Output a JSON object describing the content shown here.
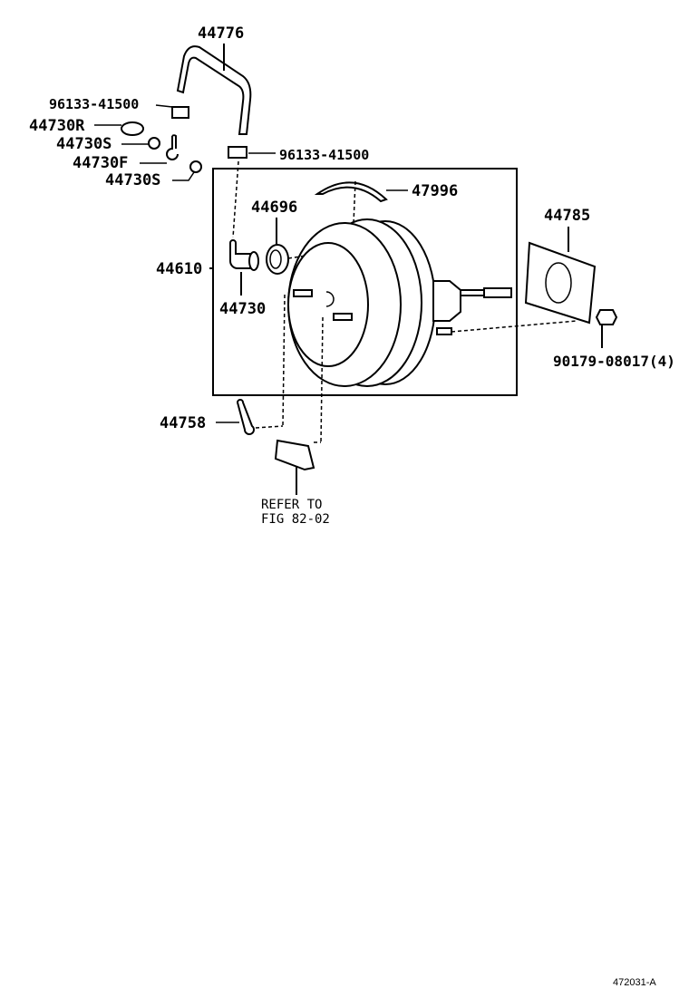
{
  "diagram": {
    "labels": {
      "hose": "44776",
      "clamp_upper": "96133-41500",
      "clamp_lower": "96133-41500",
      "valve_r": "44730R",
      "valve_s_upper": "44730S",
      "valve_f": "44730F",
      "valve_s_lower": "44730S",
      "booster_assy": "44610",
      "grommet": "44696",
      "check_valve": "44730",
      "seal": "47996",
      "gasket": "44785",
      "nut": "90179-08017(4)",
      "clevis": "44758",
      "refer_line1": "REFER TO",
      "refer_line2": "FIG 82-02"
    },
    "footer_code": "472031-A"
  }
}
